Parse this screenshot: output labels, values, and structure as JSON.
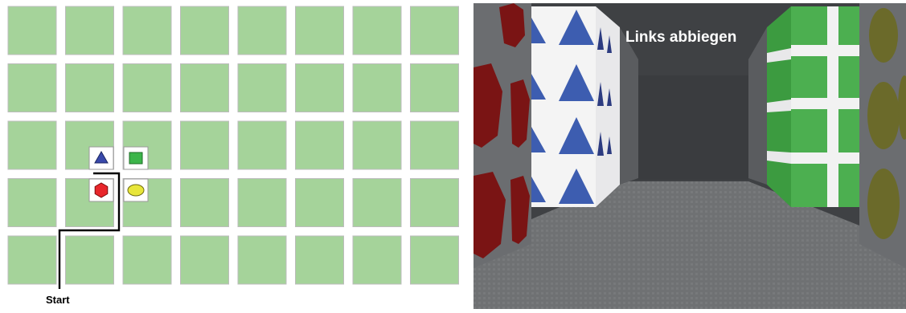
{
  "map": {
    "start_label": "Start",
    "grid": {
      "rows": 5,
      "cols": 8
    },
    "tile_color": "#a5d39a",
    "landmarks": [
      {
        "shape": "triangle",
        "color": "#3949ab",
        "icon": "blue-triangle-icon"
      },
      {
        "shape": "square",
        "color": "#3cb54a",
        "icon": "green-square-icon"
      },
      {
        "shape": "hexagon",
        "color": "#e8262b",
        "icon": "red-hexagon-icon"
      },
      {
        "shape": "ellipse",
        "color": "#e8e63a",
        "icon": "yellow-ellipse-icon"
      }
    ]
  },
  "view": {
    "caption": "Links abbiegen",
    "colors": {
      "sky": "#3f4144",
      "floor": "#707274",
      "left_wall_pattern": "#7a1414",
      "triangle_wall": "#3d5db0",
      "green_wall": "#4caf50",
      "right_wall_pattern": "#6b6a2a"
    }
  }
}
